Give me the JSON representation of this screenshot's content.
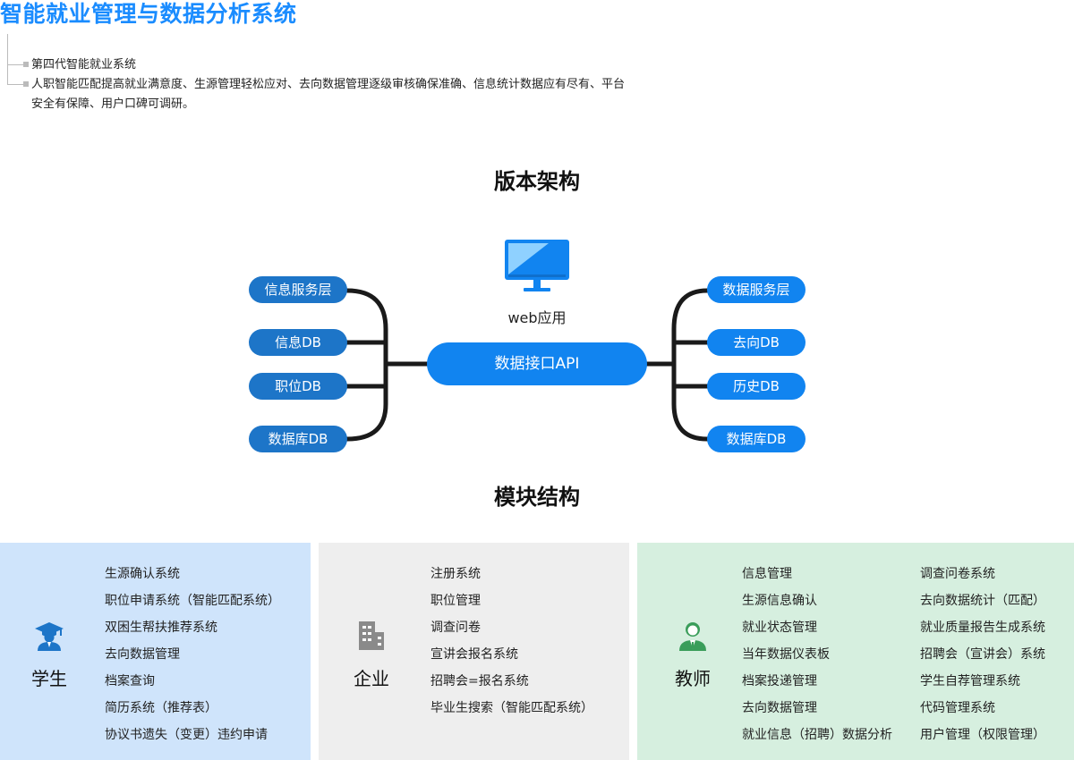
{
  "title": "智能就业管理与数据分析系统",
  "intro": {
    "item1": "第四代智能就业系统",
    "item2": "人职智能匹配提高就业满意度、生源管理轻松应对、去向数据管理逐级审核确保准确、信息统计数据应有尽有、平台安全有保障、用户口碑可调研。"
  },
  "version_heading": "版本架构",
  "architecture": {
    "web_label": "web应用",
    "api_label": "数据接口API",
    "left_nodes": [
      "信息服务层",
      "信息DB",
      "职位DB",
      "数据库DB"
    ],
    "right_nodes": [
      "数据服务层",
      "去向DB",
      "历史DB",
      "数据库DB"
    ]
  },
  "module_heading": "模块结构",
  "modules": {
    "student": {
      "name": "学生",
      "items": [
        "生源确认系统",
        "职位申请系统（智能匹配系统）",
        "双困生帮扶推荐系统",
        "去向数据管理",
        "档案查询",
        "简历系统（推荐表）",
        "协议书遗失（变更）违约申请"
      ]
    },
    "company": {
      "name": "企业",
      "items": [
        "注册系统",
        "职位管理",
        "调查问卷",
        "宣讲会报名系统",
        "招聘会=报名系统",
        "毕业生搜索（智能匹配系统）"
      ]
    },
    "teacher": {
      "name": "教师",
      "items_col1": [
        "信息管理",
        "生源信息确认",
        "就业状态管理",
        "当年数据仪表板",
        "档案投递管理",
        "去向数据管理",
        "就业信息（招聘）数据分析"
      ],
      "items_col2": [
        "调查问卷系统",
        "去向数据统计（匹配）",
        "就业质量报告生成系统",
        "招聘会（宣讲会）系统",
        "学生自荐管理系统",
        "代码管理系统",
        "用户管理（权限管理）"
      ]
    }
  },
  "colors": {
    "title_blue": "#1a8cff",
    "dark_pill": "#1d75c8",
    "bright_pill": "#1184f0",
    "student_bg": "#cfe4fb",
    "company_bg": "#eeeeee",
    "teacher_bg": "#d6efdf"
  }
}
